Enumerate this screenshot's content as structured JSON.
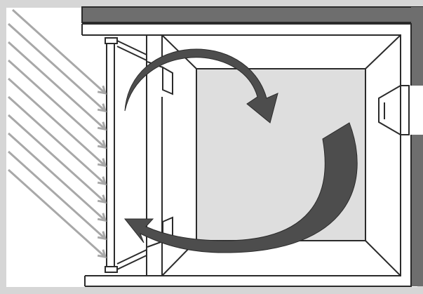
{
  "colors": {
    "frame_gray": "#d6d6d6",
    "wall_dark": "#6e6e6e",
    "outline": "#2b2b2b",
    "floor": "#dedede",
    "arrow": "#4d4d4d",
    "sun_rays": "#a8a8a8",
    "white": "#ffffff"
  },
  "icons": {
    "sun_rays": "diagonal-arrows",
    "airflow_top": "curved-arrow",
    "airflow_bottom": "curved-arrow"
  }
}
